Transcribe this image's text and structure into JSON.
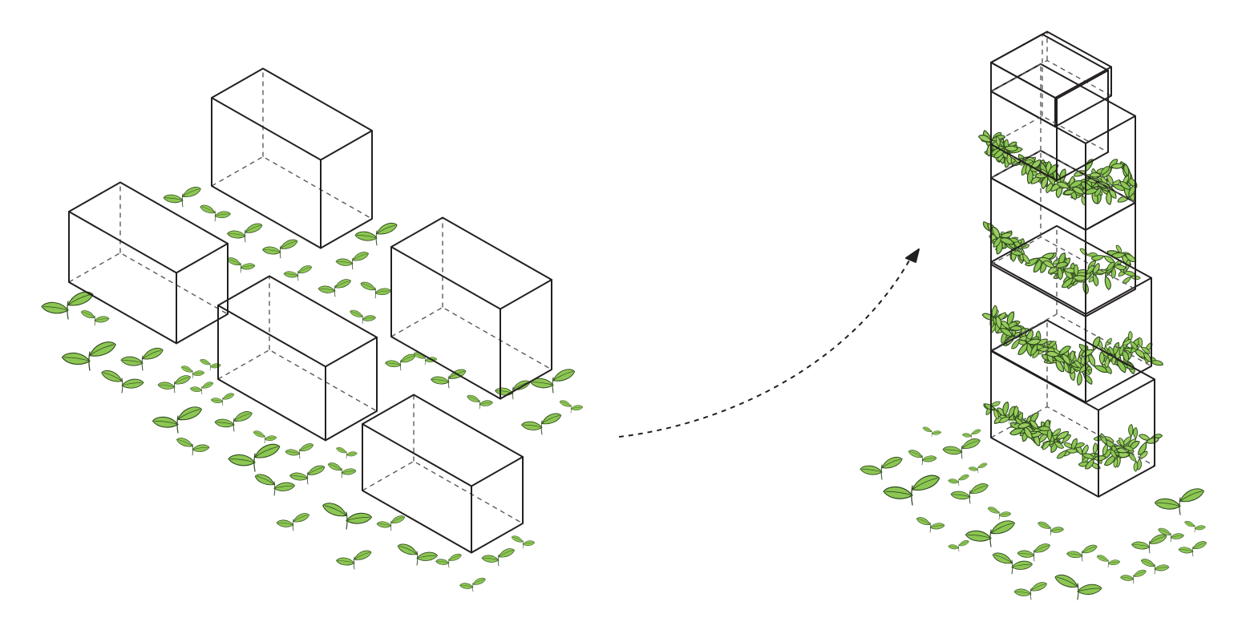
{
  "diagram": {
    "left_group": {
      "boxes": [
        {
          "id": "box-back"
        },
        {
          "id": "box-left"
        },
        {
          "id": "box-right"
        },
        {
          "id": "box-middle"
        },
        {
          "id": "box-front"
        }
      ],
      "vegetation": "ground-plants"
    },
    "transition": {
      "connector": "dashed-curved-arrow"
    },
    "right_group": {
      "stacked_boxes": 5,
      "planted_terraces": 4,
      "vegetation": "ground-plants"
    },
    "colors": {
      "line": "#231f20",
      "hidden_line": "#5a5a5a",
      "leaf_fill": "#8cc653",
      "leaf_light": "#a9d86e",
      "leaf_stroke": "#2f4a1f",
      "background": "#ffffff"
    }
  }
}
